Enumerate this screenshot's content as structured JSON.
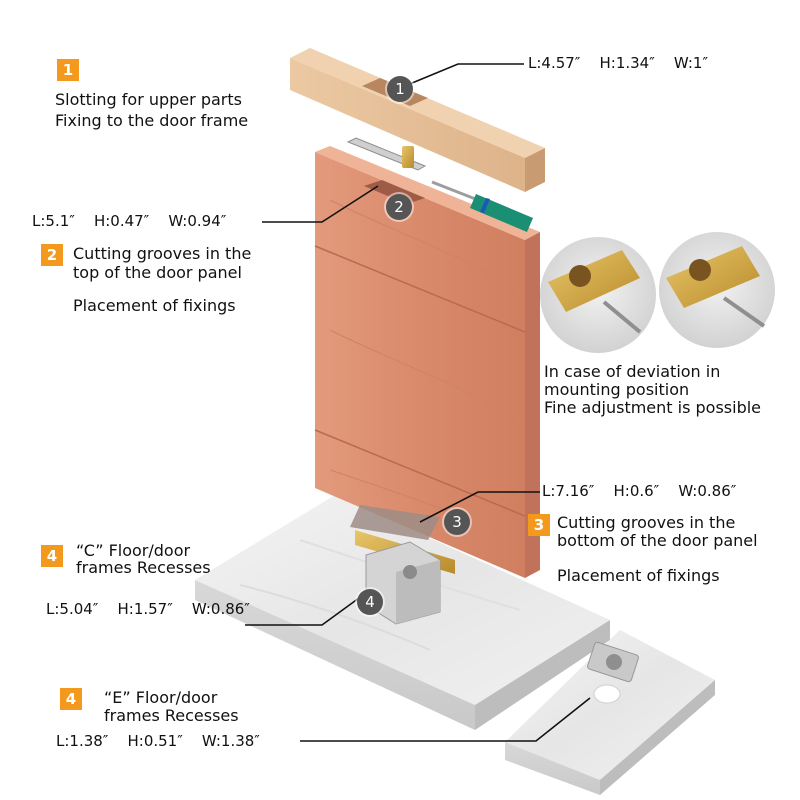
{
  "colors": {
    "badge": "#f39a1e",
    "door": "#d98a6b",
    "wood_beam": "#e2bc94",
    "marble": "#ececec",
    "circle": "#555555"
  },
  "step1": {
    "badge": "1",
    "circle": "1",
    "line1": "Slotting for upper parts",
    "line2": "Fixing to the door frame",
    "dims": "L:4.57″    H:1.34″    W:1″"
  },
  "step2": {
    "badge": "2",
    "circle": "2",
    "dims": "L:5.1″    H:0.47″    W:0.94″",
    "line1": "Cutting grooves in the",
    "line2": "top of the door panel",
    "line3": "Placement of fixings"
  },
  "adjust": {
    "line1": "In case of deviation in",
    "line2": "mounting position",
    "line3": "Fine adjustment is possible"
  },
  "step3": {
    "badge": "3",
    "circle": "3",
    "dims": "L:7.16″    H:0.6″    W:0.86″",
    "line1": "Cutting grooves in the",
    "line2": "bottom of the door panel",
    "line3": "Placement of fixings"
  },
  "step4c": {
    "badge": "4",
    "circle": "4",
    "line1": "“C”  Floor/door",
    "line2": "frames Recesses",
    "dims": "L:5.04″    H:1.57″    W:0.86″"
  },
  "step4e": {
    "badge": "4",
    "line1": "“E”  Floor/door",
    "line2": "frames Recesses",
    "dims": "L:1.38″    H:0.51″    W:1.38″"
  }
}
